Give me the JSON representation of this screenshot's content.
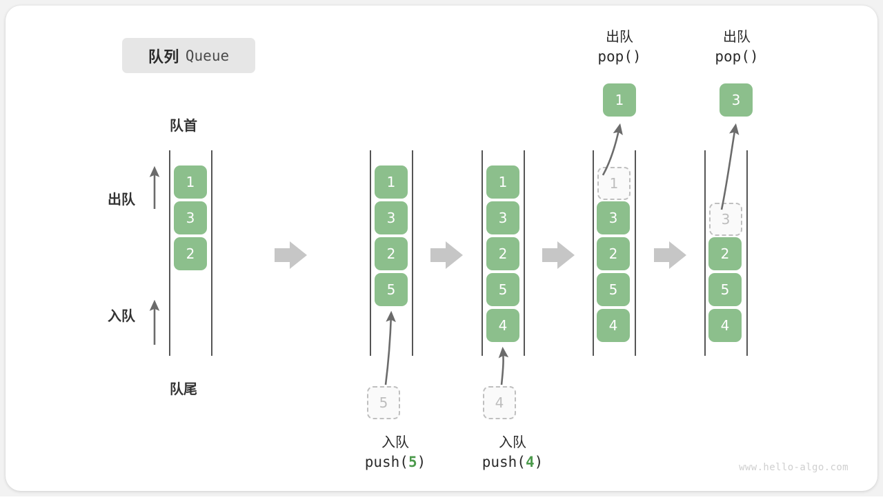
{
  "title": {
    "cn": "队列",
    "en": "Queue"
  },
  "labels": {
    "front": "队首",
    "rear": "队尾",
    "dequeue": "出队",
    "enqueue": "入队"
  },
  "watermark": "www.hello-algo.com",
  "colors": {
    "cell_fill": "#8cbf8c",
    "cell_text": "#ffffff",
    "ghost_border": "#bfbfbf",
    "ghost_text": "#bdbdbd",
    "rail": "#555555",
    "arrow": "#6b6b6b",
    "step_arrow": "#c6c6c6",
    "accent_green": "#4c9a4c",
    "chip_bg": "#e6e6e6",
    "card_bg": "#ffffff",
    "page_bg": "#f2f2f2"
  },
  "steps": [
    {
      "id": "initial",
      "cells": [
        "1",
        "3",
        "2"
      ],
      "ghost_top": null,
      "ghost_bottom": null,
      "popped": null,
      "caption_cn": null,
      "caption_fn": null,
      "caption_arg": null,
      "header_cn": null,
      "header_fn": null
    },
    {
      "id": "push-5",
      "cells": [
        "1",
        "3",
        "2",
        "5"
      ],
      "ghost_top": null,
      "ghost_bottom": "5",
      "popped": null,
      "caption_cn": "入队",
      "caption_fn": "push(",
      "caption_arg": "5",
      "header_cn": null,
      "header_fn": null
    },
    {
      "id": "push-4",
      "cells": [
        "1",
        "3",
        "2",
        "5",
        "4"
      ],
      "ghost_top": null,
      "ghost_bottom": "4",
      "popped": null,
      "caption_cn": "入队",
      "caption_fn": "push(",
      "caption_arg": "4",
      "header_cn": null,
      "header_fn": null
    },
    {
      "id": "pop-1",
      "cells": [
        "3",
        "2",
        "5",
        "4"
      ],
      "ghost_top": "1",
      "ghost_bottom": null,
      "popped": "1",
      "caption_cn": null,
      "caption_fn": null,
      "caption_arg": null,
      "header_cn": "出队",
      "header_fn": "pop()"
    },
    {
      "id": "pop-3",
      "cells": [
        "2",
        "5",
        "4"
      ],
      "ghost_top": "3",
      "ghost_bottom": null,
      "popped": "3",
      "caption_cn": null,
      "caption_fn": null,
      "caption_arg": null,
      "header_cn": "出队",
      "header_fn": "pop()"
    }
  ]
}
